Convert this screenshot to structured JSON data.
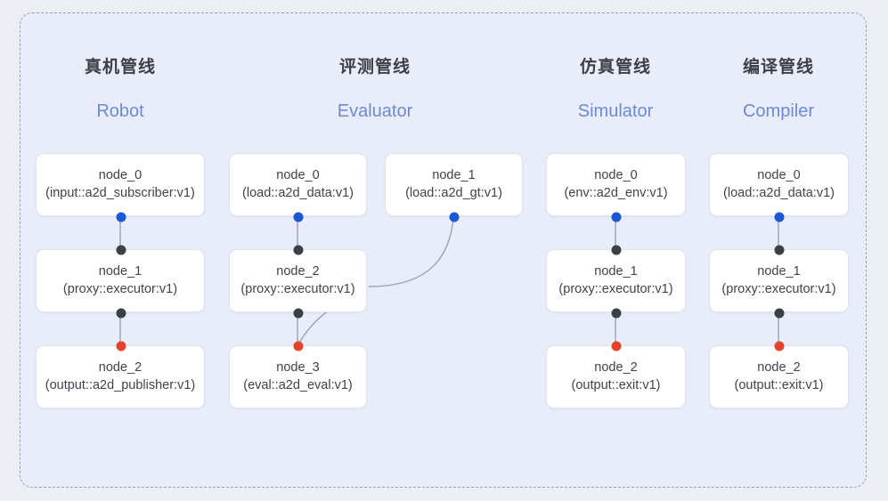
{
  "diagram": {
    "frame": {
      "style": "dashed-rounded-container"
    },
    "colors": {
      "background": "#eceef3",
      "panel": "#e8edf9",
      "frame_border": "#9aa0ac",
      "node_bg": "#ffffff",
      "node_border": "#dfe3ea",
      "heading_cn": "#3c3f45",
      "heading_en": "#6d8ad4",
      "port_blue": "#1a56d6",
      "port_dark": "#3b3f46",
      "port_red": "#e8412a",
      "edge": "#9aa2b0"
    },
    "columns": [
      {
        "id": "robot",
        "title_cn": "真机管线",
        "title_en": "Robot",
        "nodes": [
          {
            "name": "node_0",
            "spec": "(input::a2d_subscriber:v1)",
            "in_port": null,
            "out_port": "blue"
          },
          {
            "name": "node_1",
            "spec": "(proxy::executor:v1)",
            "in_port": "dark",
            "out_port": "dark"
          },
          {
            "name": "node_2",
            "spec": "(output::a2d_publisher:v1)",
            "in_port": "red",
            "out_port": null
          }
        ]
      },
      {
        "id": "evaluator",
        "title_cn": "评测管线",
        "title_en": "Evaluator",
        "nodes": [
          {
            "name": "node_0",
            "spec": "(load::a2d_data:v1)",
            "in_port": null,
            "out_port": "blue"
          },
          {
            "name": "node_1",
            "spec": "(load::a2d_gt:v1)",
            "in_port": null,
            "out_port": "blue"
          },
          {
            "name": "node_2",
            "spec": "(proxy::executor:v1)",
            "in_port": "dark",
            "out_port": "dark"
          },
          {
            "name": "node_3",
            "spec": "(eval::a2d_eval:v1)",
            "in_port": "red",
            "out_port": null
          }
        ]
      },
      {
        "id": "simulator",
        "title_cn": "仿真管线",
        "title_en": "Simulator",
        "nodes": [
          {
            "name": "node_0",
            "spec": "(env::a2d_env:v1)",
            "in_port": null,
            "out_port": "blue"
          },
          {
            "name": "node_1",
            "spec": "(proxy::executor:v1)",
            "in_port": "dark",
            "out_port": "dark"
          },
          {
            "name": "node_2",
            "spec": "(output::exit:v1)",
            "in_port": "red",
            "out_port": null
          }
        ]
      },
      {
        "id": "compiler",
        "title_cn": "编译管线",
        "title_en": "Compiler",
        "nodes": [
          {
            "name": "node_0",
            "spec": "(load::a2d_data:v1)",
            "in_port": null,
            "out_port": "blue"
          },
          {
            "name": "node_1",
            "spec": "(proxy::executor:v1)",
            "in_port": "dark",
            "out_port": "dark"
          },
          {
            "name": "node_2",
            "spec": "(output::exit:v1)",
            "in_port": "red",
            "out_port": null
          }
        ]
      }
    ]
  }
}
